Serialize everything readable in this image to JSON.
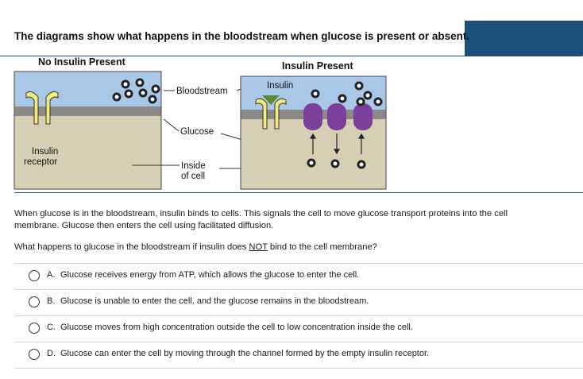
{
  "header": {
    "title": "The diagrams show what happens in the bloodstream when glucose is present or absent."
  },
  "diagram": {
    "left_title": "No Insulin Present",
    "right_title": "Insulin Present",
    "label_bloodstream": "Bloodstream",
    "label_glucose": "Glucose",
    "label_inside_line1": "Inside",
    "label_inside_line2": "of cell",
    "label_insulin_receptor_line1": "Insulin",
    "label_insulin_receptor_line2": "receptor",
    "label_insulin": "Insulin",
    "colors": {
      "cell_tan": "#d7cfb3",
      "membrane_gray": "#8a8a88",
      "blood_blue": "#a9c7e6",
      "receptor_yellow": "#f2ea7a",
      "protein_purple": "#7c3f9c",
      "insulin_green": "#5c8a2e"
    }
  },
  "passage": {
    "line1": "When glucose is in the bloodstream, insulin binds to cells. This signals the cell to move glucose transport proteins into the cell",
    "line2": "membrane. Glucose then enters the cell using facilitated diffusion."
  },
  "question": {
    "before": "What happens to glucose in the bloodstream if insulin does ",
    "emphasis": "NOT",
    "after": " bind to the cell membrane?"
  },
  "choices": [
    {
      "letter": "A.",
      "text": "Glucose receives energy from ATP, which allows the glucose to enter the cell."
    },
    {
      "letter": "B.",
      "text": "Glucose is unable to enter the cell, and the glucose remains in the bloodstream."
    },
    {
      "letter": "C.",
      "text": "Glucose moves from high concentration outside the cell to low concentration inside the cell."
    },
    {
      "letter": "D.",
      "text": "Glucose can enter the cell by moving through the channel formed by the empty insulin receptor."
    }
  ]
}
